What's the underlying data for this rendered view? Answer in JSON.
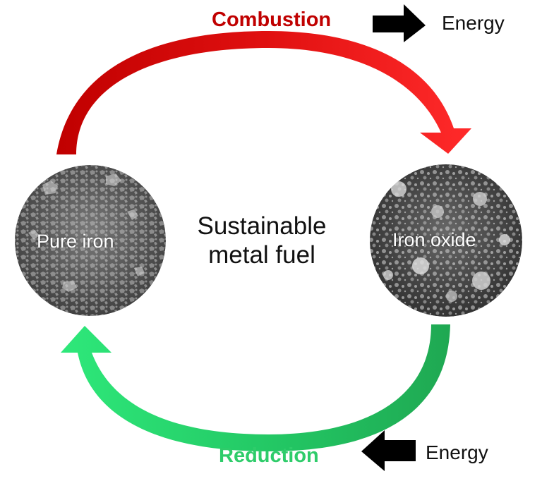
{
  "cycle": {
    "top_process": "Combustion",
    "bottom_process": "Reduction",
    "top_energy": "Energy",
    "bottom_energy": "Energy",
    "top_energy_direction": "out",
    "bottom_energy_direction": "in"
  },
  "nodes": {
    "left": "Pure iron",
    "right": "Iron oxide",
    "center": "Sustainable metal fuel"
  },
  "colors": {
    "combustion": "#c00000",
    "combustion_light": "#ff2a2a",
    "reduction": "#2ecc6a",
    "reduction_light": "#1fa852",
    "energy_arrow": "#000000"
  },
  "icons": {
    "left_node": "iron-particle-micrograph",
    "right_node": "iron-oxide-sphere-micrograph",
    "top_energy": "right-arrow-icon",
    "bottom_energy": "left-arrow-icon"
  }
}
